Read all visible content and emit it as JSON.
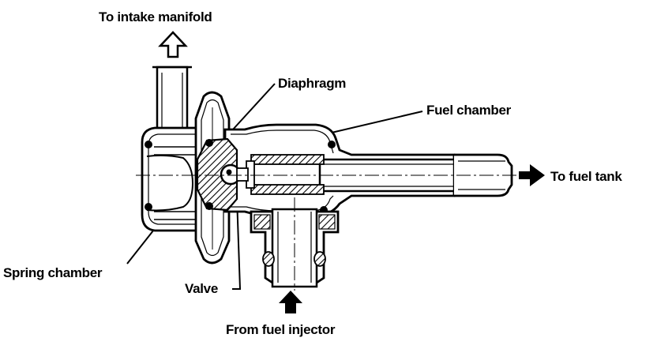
{
  "labels": {
    "intake": "To intake manifold",
    "diaphragm": "Diaphragm",
    "fuel_chamber": "Fuel chamber",
    "fuel_tank": "To fuel tank",
    "spring_chamber": "Spring chamber",
    "valve": "Valve",
    "injector": "From fuel injector"
  },
  "colors": {
    "ink": "#000000",
    "paper": "#ffffff"
  }
}
